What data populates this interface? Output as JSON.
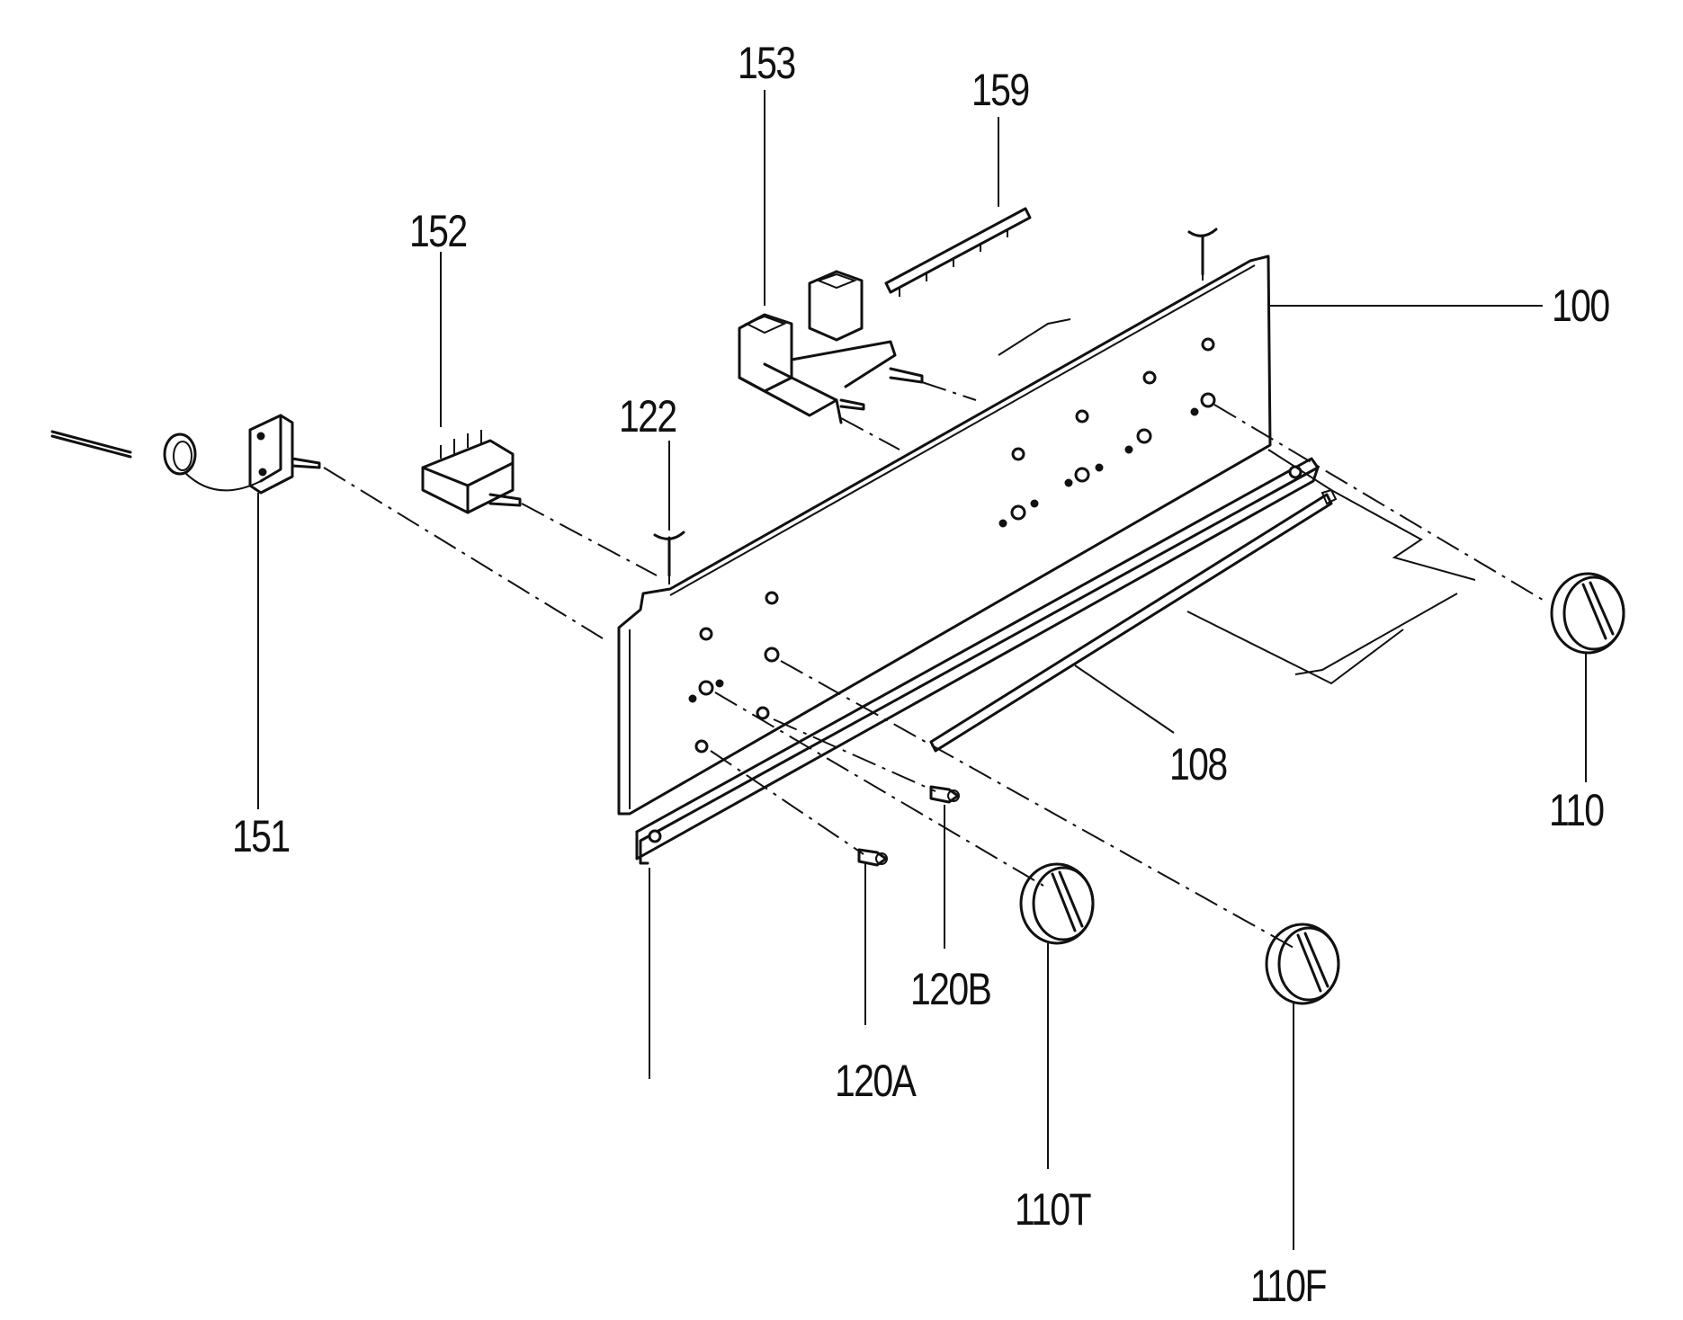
{
  "labels": {
    "l153": "153",
    "l159": "159",
    "l152": "152",
    "l100": "100",
    "l122": "122",
    "l151": "151",
    "l108": "108",
    "l110": "110",
    "l120B": "120B",
    "l120A": "120A",
    "l110T": "110T",
    "l110F": "110F"
  }
}
